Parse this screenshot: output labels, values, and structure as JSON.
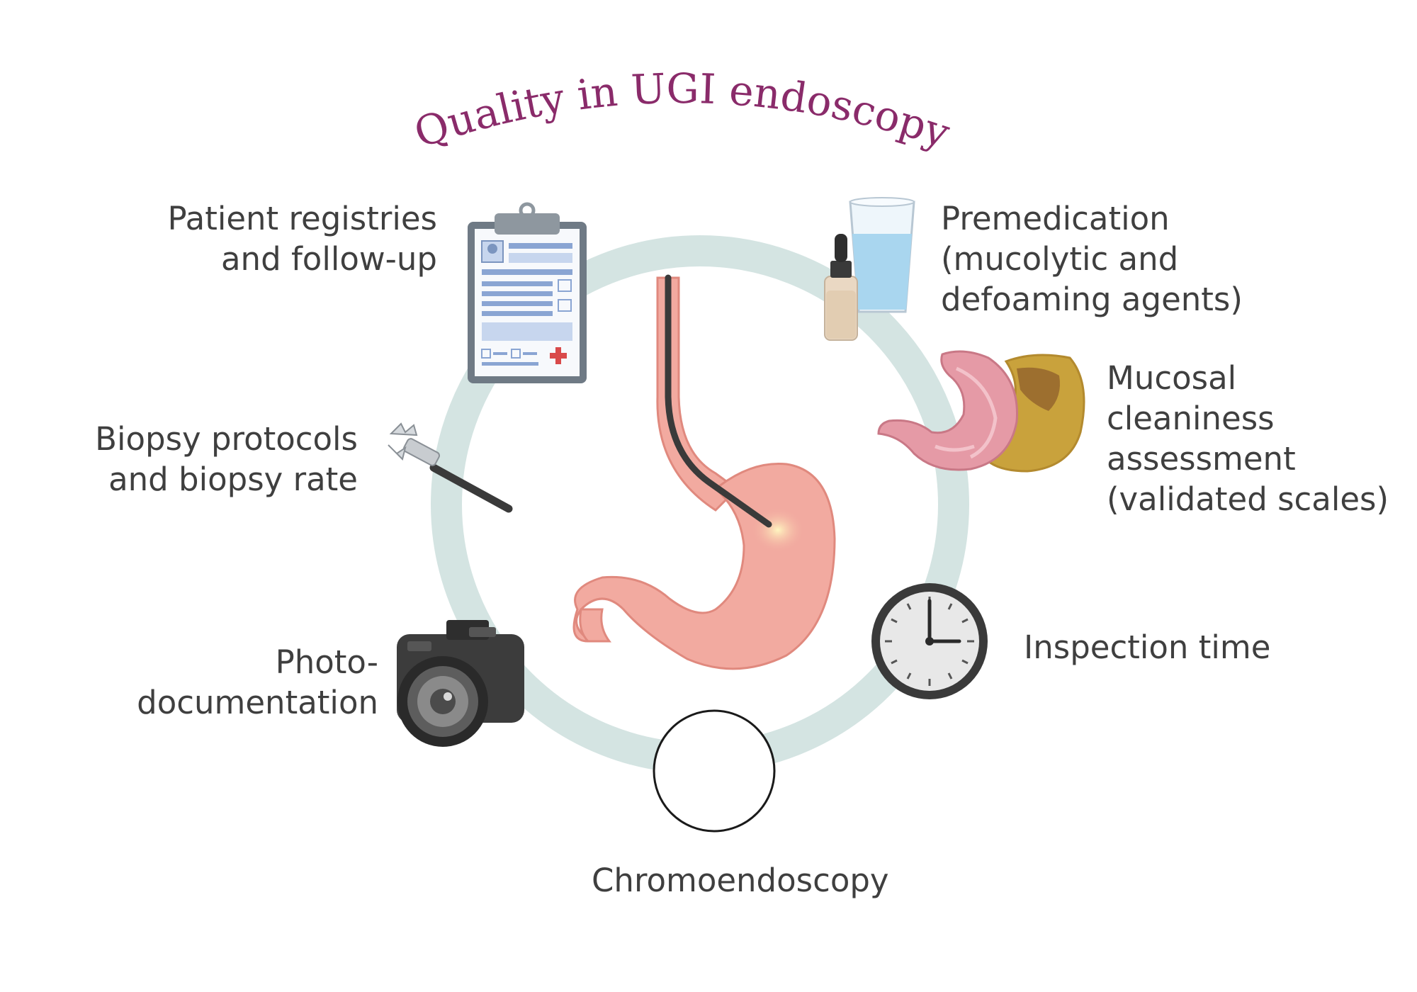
{
  "title": "Quality in UGI endoscopy",
  "colors": {
    "title": "#8a2b6a",
    "text": "#3f3f3f",
    "ring": "#d4e4e2",
    "stomach": "#f2aaa0",
    "stomach_outline": "#e0897e",
    "scope": "#3a3a3a"
  },
  "items": {
    "patient_registries": {
      "line1": "Patient registries",
      "line2": "and follow-up",
      "icon": "clipboard-icon"
    },
    "premedication": {
      "line1": "Premedication",
      "line2": "(mucolytic and",
      "line3": "defoaming agents)",
      "icon": "water-glass-and-dropper-icon"
    },
    "mucosal_cleaniness": {
      "line1": "Mucosal",
      "line2": "cleaniness",
      "line3": "assessment",
      "line4": "(validated scales)",
      "icon": "stomach-interior-icon"
    },
    "biopsy": {
      "line1": "Biopsy protocols",
      "line2": "and biopsy rate",
      "icon": "biopsy-forceps-icon"
    },
    "inspection_time": {
      "line1": "Inspection time",
      "icon": "clock-icon"
    },
    "photo_documentation": {
      "line1": "Photo-",
      "line2": "documentation",
      "icon": "camera-icon"
    },
    "chromoendoscopy": {
      "line1": "Chromoendoscopy",
      "icon": "empty-circle-icon"
    }
  },
  "center_icon": "stomach-with-endoscope-icon"
}
